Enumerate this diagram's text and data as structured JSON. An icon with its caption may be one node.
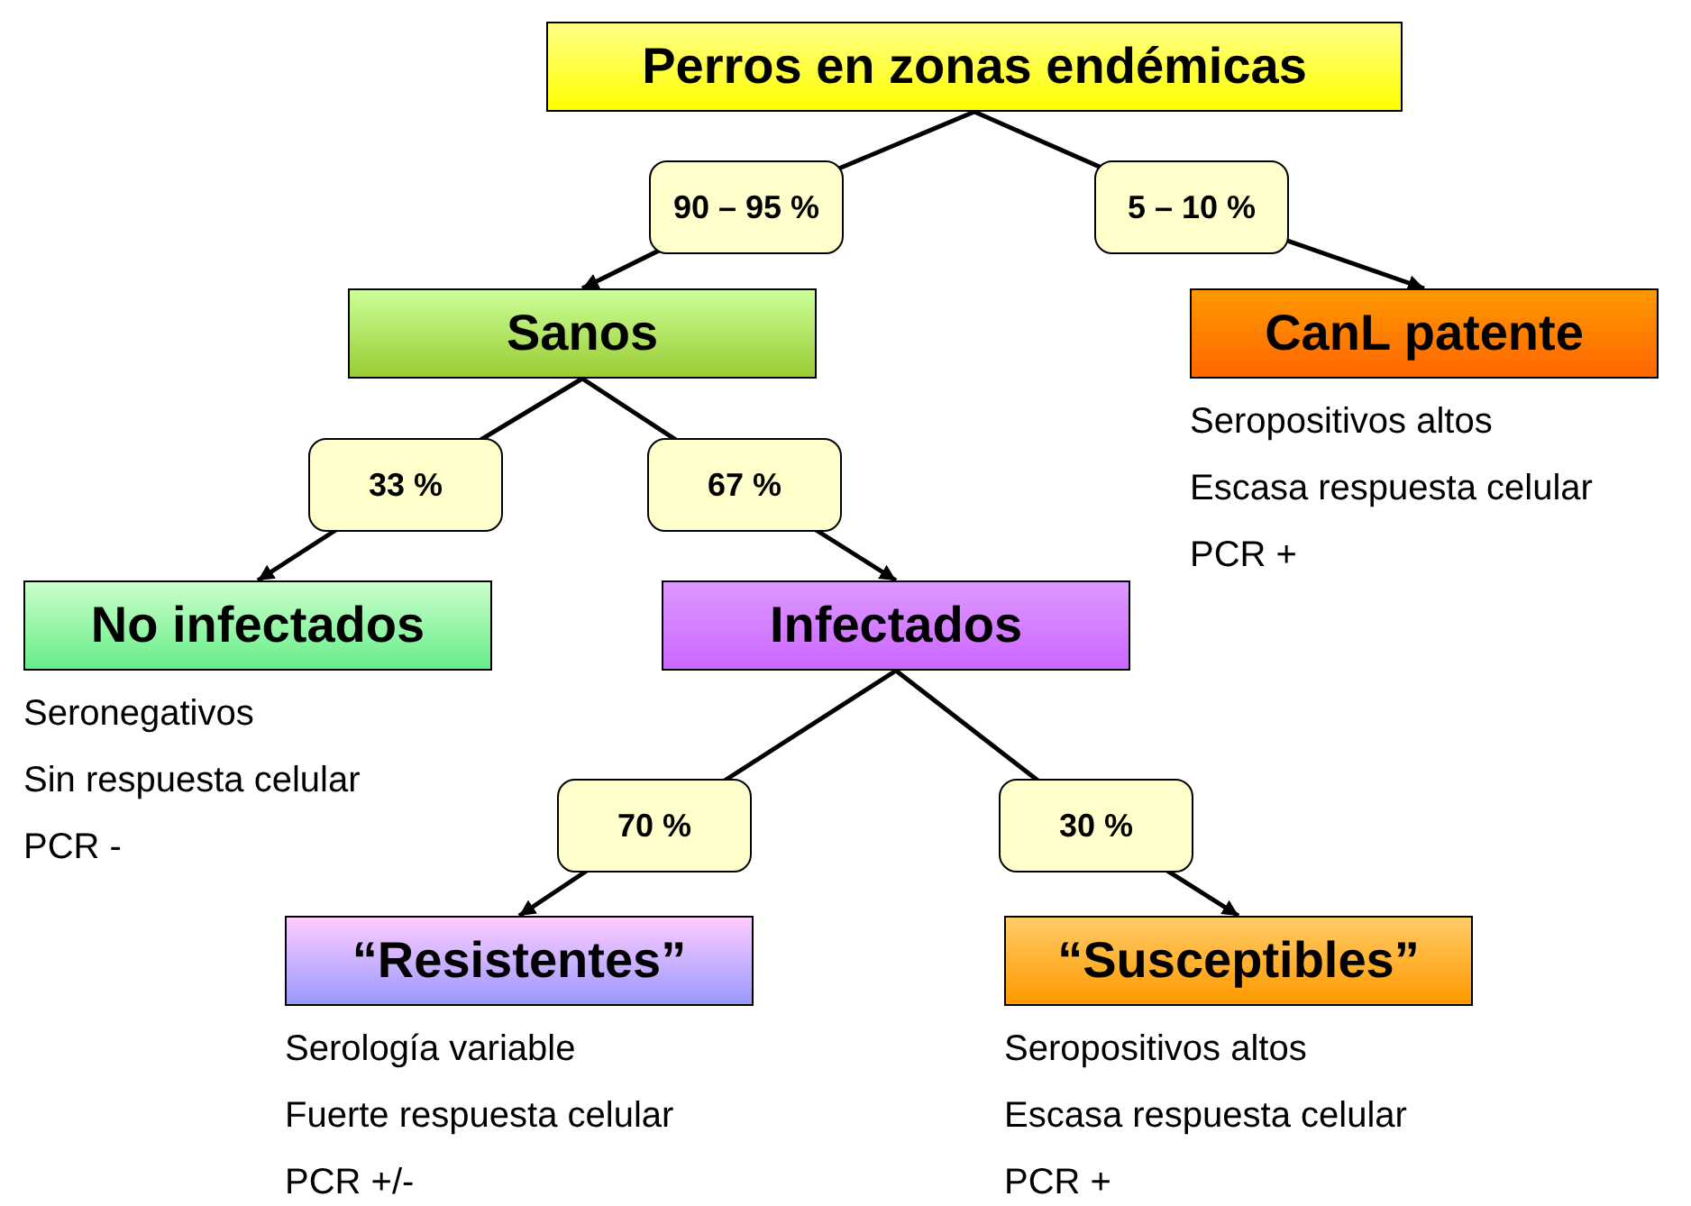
{
  "diagram": {
    "nodes": [
      {
        "text": [
          "Perros en zonas endémicas"
        ]
      },
      {
        "text": [
          "Sanos"
        ]
      },
      {
        "text": [
          "CanL patente"
        ],
        "beside": [
          "Seropositivos altos",
          "Escasa respuesta celular",
          "PCR +"
        ]
      },
      {
        "text": [
          "No infectados"
        ],
        "beside": [
          "Seronegativos",
          "Sin respuesta celular",
          "PCR -"
        ]
      },
      {
        "text": [
          "Infectados"
        ]
      },
      {
        "text": [
          "“Resistentes”"
        ],
        "beside": [
          "Serología variable",
          "Fuerte respuesta celular",
          "PCR +/-"
        ]
      },
      {
        "text": [
          "“Susceptibles”"
        ],
        "beside": [
          "Seropositivos altos",
          "Escasa respuesta celular",
          "PCR +"
        ]
      }
    ],
    "edges": [
      {
        "from": 0,
        "to": 1,
        "arrow": "to",
        "label": "90 – 95 %"
      },
      {
        "from": 0,
        "to": 2,
        "arrow": "to",
        "label": "5 – 10 %"
      },
      {
        "from": 1,
        "to": 3,
        "arrow": "to",
        "label": "33 %"
      },
      {
        "from": 1,
        "to": 4,
        "arrow": "to",
        "label": "67 %"
      },
      {
        "from": 4,
        "to": 5,
        "arrow": "to",
        "label": "70 %"
      },
      {
        "from": 4,
        "to": 6,
        "arrow": "to",
        "label": "30 %"
      }
    ]
  }
}
